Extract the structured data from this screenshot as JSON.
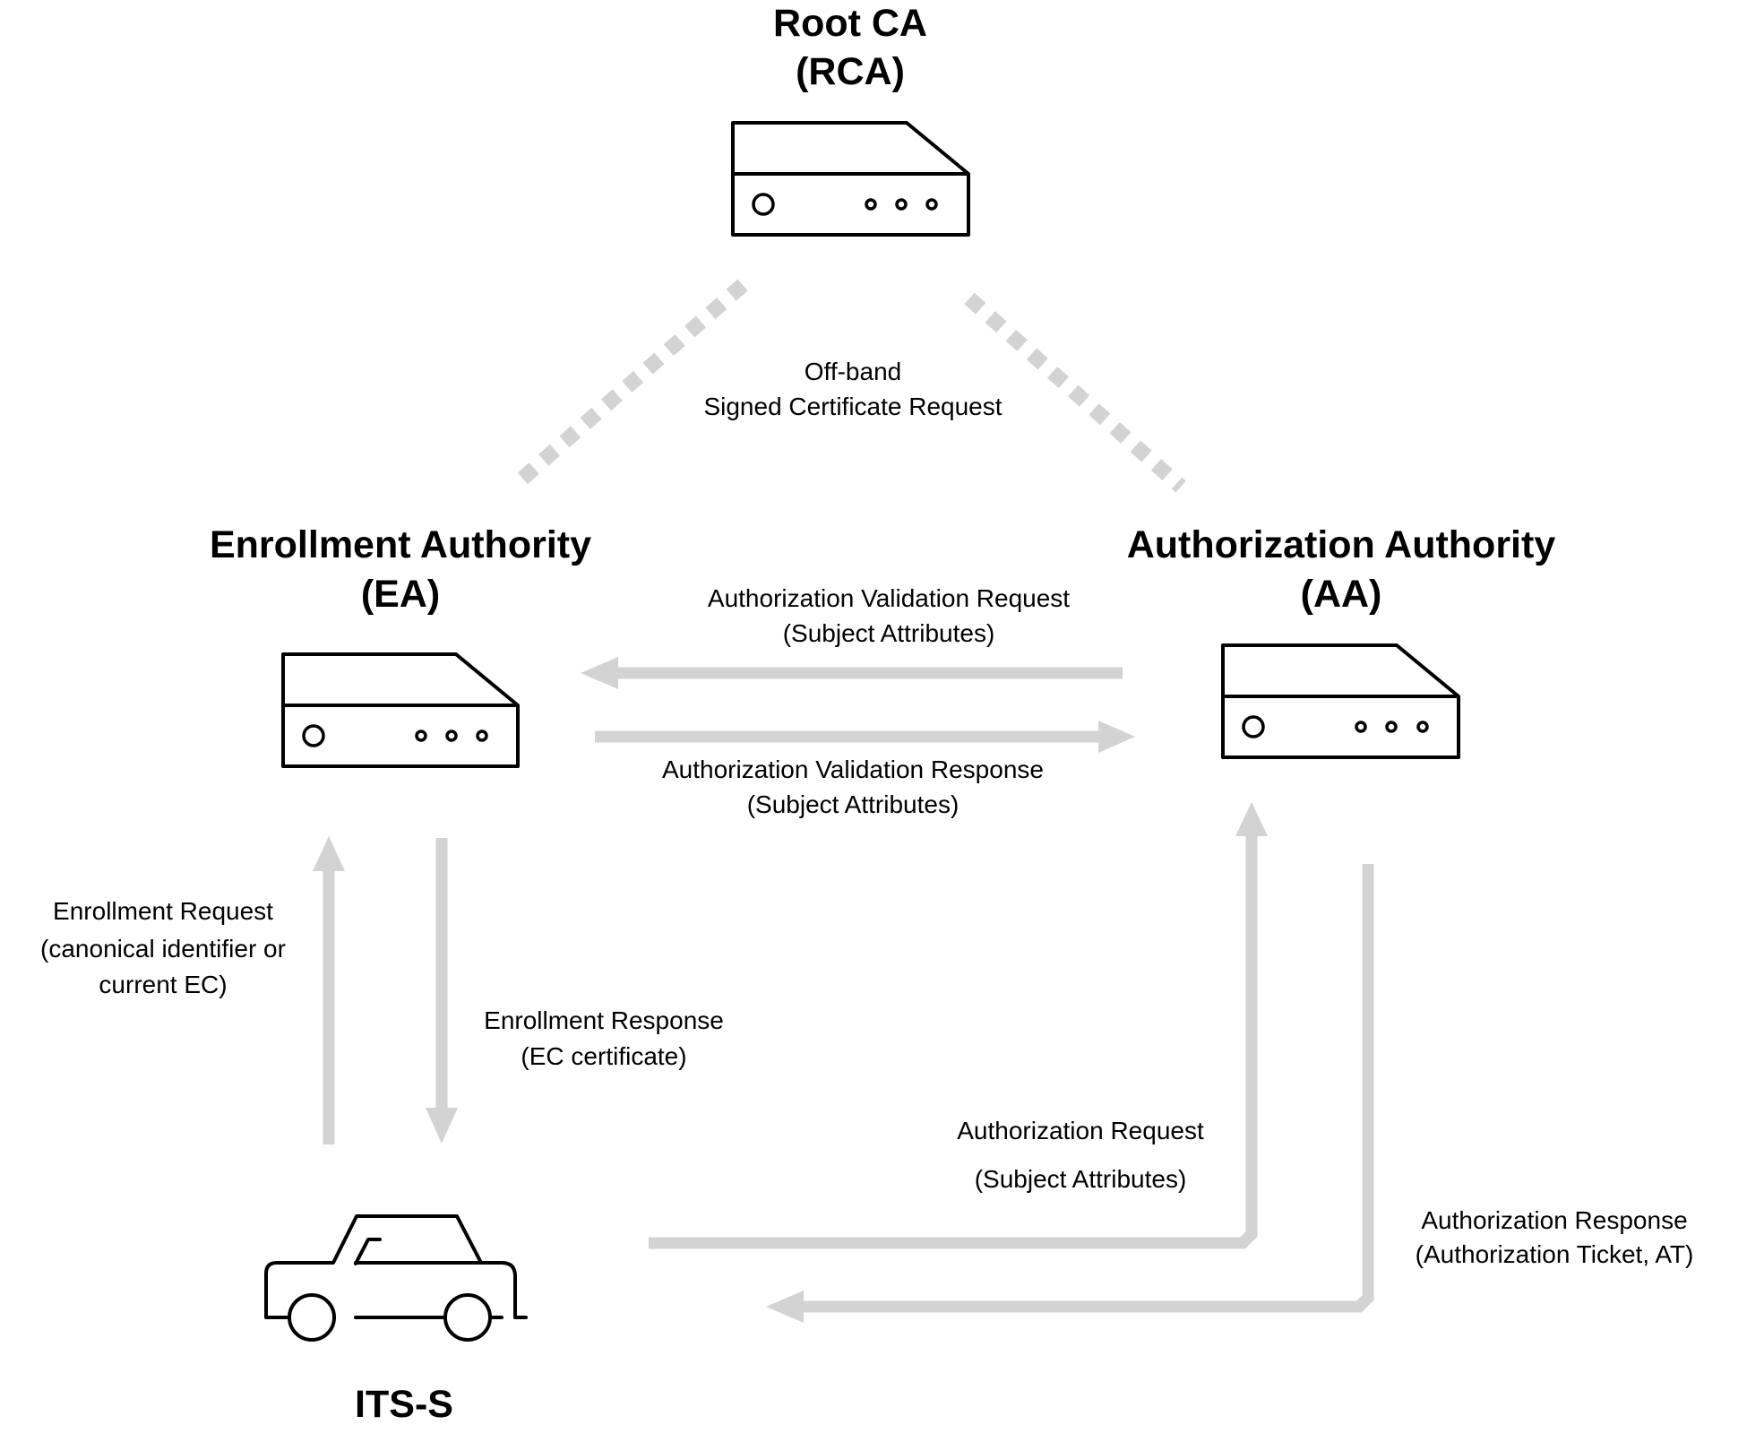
{
  "nodes": {
    "root_ca": {
      "line1": "Root CA",
      "line2": "(RCA)",
      "icon": "server-icon"
    },
    "ea": {
      "line1": "Enrollment Authority",
      "line2": "(EA)",
      "icon": "server-icon"
    },
    "aa": {
      "line1": "Authorization Authority",
      "line2": "(AA)",
      "icon": "server-icon"
    },
    "its": {
      "line1": "ITS-S",
      "icon": "car-icon"
    }
  },
  "edges": {
    "offband": {
      "line1": "Off-band",
      "line2": "Signed Certificate Request"
    },
    "auth_validation_request": {
      "line1": "Authorization Validation Request",
      "line2": "(Subject Attributes)"
    },
    "auth_validation_response": {
      "line1": "Authorization Validation Response",
      "line2": "(Subject Attributes)"
    },
    "enrollment_request": {
      "line1": "Enrollment Request",
      "line2": "(canonical identifier or",
      "line3": "current EC)"
    },
    "enrollment_response": {
      "line1": "Enrollment Response",
      "line2": "(EC certificate)"
    },
    "auth_request": {
      "line1": "Authorization Request",
      "line2": "(Subject Attributes)"
    },
    "auth_response": {
      "line1": "Authorization Response",
      "line2": "(Authorization Ticket, AT)"
    }
  },
  "colors": {
    "arrow": "#d3d3d3",
    "text": "#000000",
    "background": "#ffffff"
  }
}
